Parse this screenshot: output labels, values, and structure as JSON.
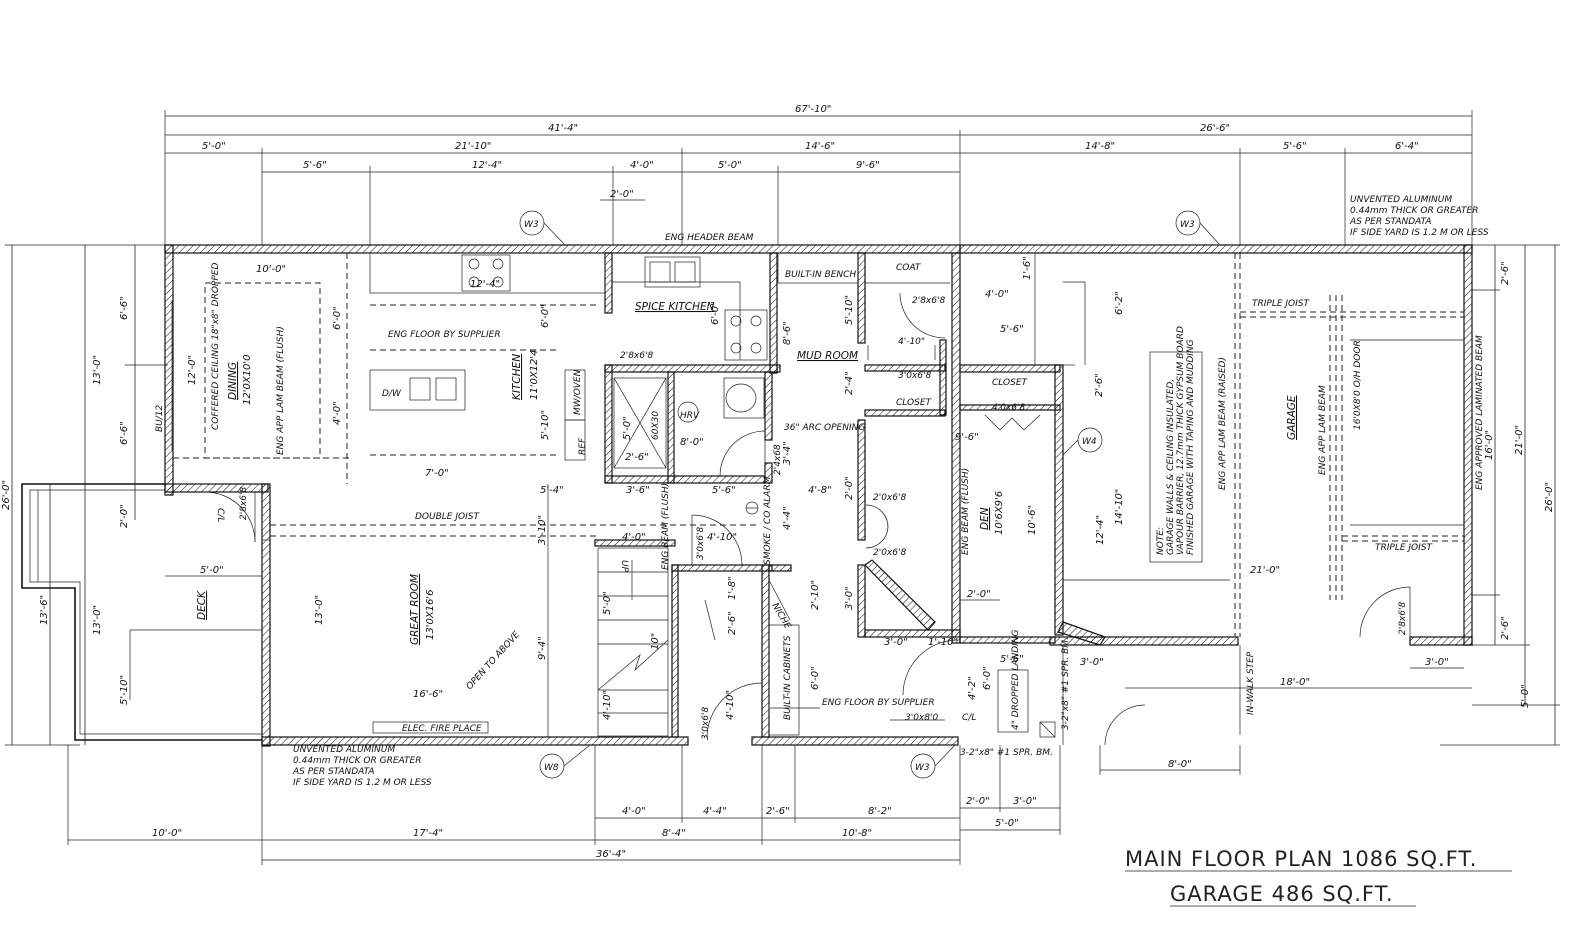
{
  "title": {
    "main_floor": "MAIN FLOOR PLAN 1086 SQ.FT.",
    "garage": "GARAGE 486 SQ.FT."
  },
  "overall_dims": {
    "total": "67'-10\"",
    "house_top": "41'-4\"",
    "garage_top": "26'-6\"",
    "bottom_house": "36'-4\""
  },
  "top_dims_row3": [
    "5'-0\"",
    "21'-10\"",
    "14'-6\"",
    "14'-8\"",
    "5'-6\"",
    "6'-4\""
  ],
  "top_dims_row4": [
    "5'-6\"",
    "12'-4\"",
    "4'-0\"",
    "5'-0\"",
    "9'-6\""
  ],
  "top_misc": {
    "two_ft": "2'-0\""
  },
  "left_dims": {
    "overall": "26'-0\"",
    "upper": "13'-0\"",
    "a": "6'-6\"",
    "b": "6'-6\"",
    "deck_overall": "13'-6\"",
    "deck_upper": "13'-0\"",
    "deck_lower": "5'-10\"",
    "two": "2'-0\""
  },
  "right_dims": {
    "overall": "26'-0\"",
    "mid": "21'-0\"",
    "top": "2'-6\"",
    "sixteen": "16'-0\"",
    "lower": "2'-6\"",
    "bottom": "5'-0\""
  },
  "bottom_dims": {
    "row1": [
      "4'-0\"",
      "4'-4\"",
      "2'-6\"",
      "8'-2\""
    ],
    "row2": [
      "8'-4\"",
      "10'-8\""
    ],
    "row3": [
      "10'-0\"",
      "17'-4\""
    ],
    "small": [
      "2'-0\"",
      "3'-0\"",
      "5'-0\""
    ],
    "garage": "8'-0\""
  },
  "rooms": {
    "dining": "DINING",
    "dining_size": "12'0X10'0",
    "kitchen": "KITCHEN",
    "kitchen_size": "11'0X12'4",
    "spice": "SPICE KITCHEN",
    "mud": "MUD ROOM",
    "great": "GREAT ROOM",
    "great_size": "13'0X16'6",
    "deck": "DECK",
    "den": "DEN",
    "den_size": "10'6X9'6",
    "garage": "GARAGE"
  },
  "labels": {
    "eng_header": "ENG HEADER BEAM",
    "eng_floor_1": "ENG FLOOR BY SUPPLIER",
    "eng_floor_2": "ENG FLOOR BY SUPPLIER",
    "double_joist": "DOUBLE JOIST",
    "triple_joist_top": "TRIPLE JOIST",
    "triple_joist_bot": "TRIPLE JOIST",
    "coffered": "COFFERED CEILING 18\"x8\" DROPPED",
    "lam_flush": "ENG APP LAM BEAM (FLUSH)",
    "built_in_bench": "BUILT-IN BENCH",
    "coat": "COAT",
    "closet_1": "CLOSET",
    "closet_2": "CLOSET",
    "arc_opening": "36\" ARC OPENING",
    "smoke": "SMOKE / CO ALARM",
    "mw_oven": "MW/OVEN",
    "ref": "REF",
    "dw": "D/W",
    "hrv": "HRV",
    "shower": "60X30",
    "open_above": "OPEN TO ABOVE",
    "elec_fireplace": "ELEC. FIRE PLACE",
    "built_in_cabinets": "BUILT-IN CABINETS",
    "niche": "NICHE",
    "eng_beam_flush": "ENG BEAM (FLUSH)",
    "eng_beam_flush_den": "ENG BEAM (FLUSH)",
    "raised": "ENG APP LAM BEAM  (RAISED)",
    "garage_lam": "ENG APP LAM BEAM",
    "approved_lam": "ENG APPROVED LAMINATED BEAM",
    "oh_door": "16'0X8'0 O/H DOOR",
    "in_walk": "IN-WALK STEP",
    "dropped_landing": "4\" DROPPED LANDING",
    "spr_bm_1": "3-2\"x8\" #1 SPR. BM.",
    "spr_bm_2": "3-2\"x8\" #1 SPR. BM.",
    "cl_1": "C/L",
    "cl_2": "C/L",
    "up": "UP",
    "bu": "BU/12",
    "note": [
      "NOTE:",
      "GARAGE WALLS & CEILING INSULATED,",
      "VAPOUR BARRIER, 12.7mm THICK GYPSUM BOARD",
      "FINISHED GARAGE WITH TAPING AND MUDDING"
    ],
    "unvented_top": [
      "UNVENTED ALUMINUM",
      "0.44mm THICK OR GREATER",
      "AS PER STANDATA",
      "IF SIDE YARD IS 1.2 M OR LESS"
    ],
    "unvented_bot": [
      "UNVENTED ALUMINUM",
      "0.44mm THICK OR GREATER",
      "AS PER STANDATA",
      "IF SIDE YARD IS 1.2 M OR LESS"
    ]
  },
  "tags": [
    "W3",
    "W3",
    "W4",
    "W8",
    "W3"
  ],
  "doors": {
    "d_2868a": "2'8x6'8",
    "d_2868b": "2'8x6'8",
    "d_2868c": "2'8x6'8",
    "d_2868d": "2'8x6'8",
    "d_2468": "2'4x68",
    "d_3068": "3'0x6'8",
    "d_4068": "4'0x6'8",
    "d_4010": "4'-10\"",
    "d_2068a": "2'0x6'8",
    "d_2068b": "2'0x6'8",
    "d_3080": "3'0x8'0",
    "d_30868": "3'0x6'8",
    "d_3068b": "3'0x6'8"
  },
  "interior_dims": {
    "ten": "10'-0\"",
    "twelve_four": "12'-4\"",
    "twelve_zero": "12'-0\"",
    "six_zero": "6'-0\"",
    "four_zero": "4'-0\"",
    "seven_zero": "7'-0\"",
    "five_ten": "5'-10\"",
    "six_zero_b": "6'-0\"",
    "five_four": "5'-4\"",
    "three_six": "3'-6\"",
    "five_six": "5'-6\"",
    "four_eight": "4'-8\"",
    "five_ten_b": "5'-10\"",
    "four_zero_b": "4'-0\"",
    "five_six_b": "5'-6\"",
    "two_four": "2'-4\"",
    "three_four": "3'-4\"",
    "eight_six": "8'-6\"",
    "four_four": "4'-4\"",
    "two_six": "2'-6\"",
    "six_two": "6'-2\"",
    "one_six": "1'-6\"",
    "nine_six": "9'-6\"",
    "fourteen_ten": "14'-10\"",
    "twelve_four_b": "12'-4\"",
    "ten_six": "10'-6\"",
    "twenty_one": "21'-0\"",
    "eighteen": "18'-0\"",
    "three_zero": "3'-0\"",
    "three_zero_b": "3'-0\"",
    "one_ten": "1'-10\"",
    "three_zero_c": "3'-0\"",
    "two_zero": "2'-0\"",
    "five_six_c": "5'-6\"",
    "three_zero_d": "3'-0\"",
    "four_two": "4'-2\"",
    "six_zero_c": "6'-0\"",
    "two_ten": "2'-10\"",
    "one_eight": "1'-8\"",
    "two_six_b": "2'-6\"",
    "nine_four": "9'-4\"",
    "four_ten": "4'-10\"",
    "sixteen_six": "16'-6\"",
    "thirteen": "13'-0\"",
    "five_zero": "5'-0\"",
    "four_zero_c": "4'-0\"",
    "eight_zero": "8'-0\"",
    "five_zero_b": "5'-0\"",
    "three_ten": "3'-10\"",
    "two_zero_b": "2'-0\"",
    "six_zero_d": "6'-0\"",
    "two_six_c": "2'-6\"",
    "five_zero_c": "5'-0\"",
    "two_six_d": "2'-6\"",
    "ten_b": "10\"",
    "four_ten_b": "4'-10\"",
    "six_zero_e": "6'-0\"",
    "two_zero_c": "2'-0\"",
    "one_ten_b": "1'-10\"",
    "six_zero_f": "6'-0\"",
    "three_six_b": "3'-6\"",
    "four_ten_c": "4'-10\""
  }
}
